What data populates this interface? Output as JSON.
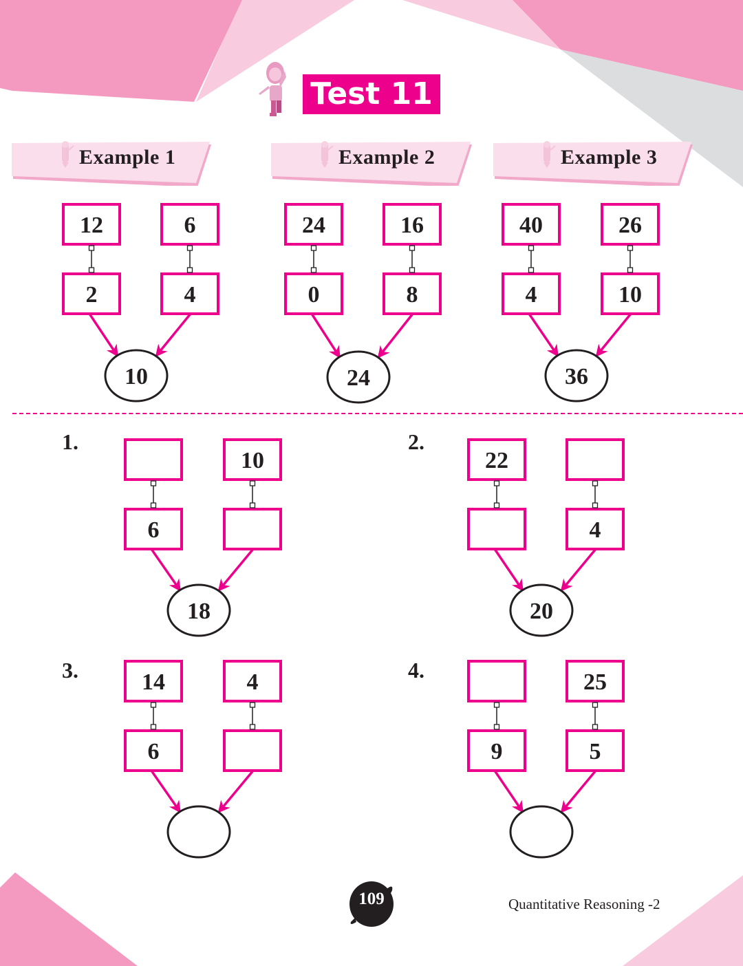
{
  "colors": {
    "accent": "#ec008c",
    "pink_dark": "#f49ac1",
    "pink_light": "#f8cbdf",
    "banner_pink": "#fbdeec",
    "gray": "#dcdddf",
    "ink": "#231f20"
  },
  "header": {
    "title": "Test 11",
    "mascot_icon": "girl-mascot-icon"
  },
  "examples": [
    {
      "label": "Example 1",
      "top": [
        "12",
        "6"
      ],
      "bottom": [
        "2",
        "4"
      ],
      "result": "10"
    },
    {
      "label": "Example 2",
      "top": [
        "24",
        "16"
      ],
      "bottom": [
        "0",
        "8"
      ],
      "result": "24"
    },
    {
      "label": "Example 3",
      "top": [
        "40",
        "26"
      ],
      "bottom": [
        "4",
        "10"
      ],
      "result": "36"
    }
  ],
  "problems": [
    {
      "number": "1.",
      "top": [
        "",
        "10"
      ],
      "bottom": [
        "6",
        ""
      ],
      "result": "18"
    },
    {
      "number": "2.",
      "top": [
        "22",
        ""
      ],
      "bottom": [
        "",
        "4"
      ],
      "result": "20"
    },
    {
      "number": "3.",
      "top": [
        "14",
        "4"
      ],
      "bottom": [
        "6",
        ""
      ],
      "result": ""
    },
    {
      "number": "4.",
      "top": [
        "",
        "25"
      ],
      "bottom": [
        "9",
        "5"
      ],
      "result": ""
    }
  ],
  "footer": {
    "page_number": "109",
    "book_title": "Quantitative Reasoning -2"
  }
}
